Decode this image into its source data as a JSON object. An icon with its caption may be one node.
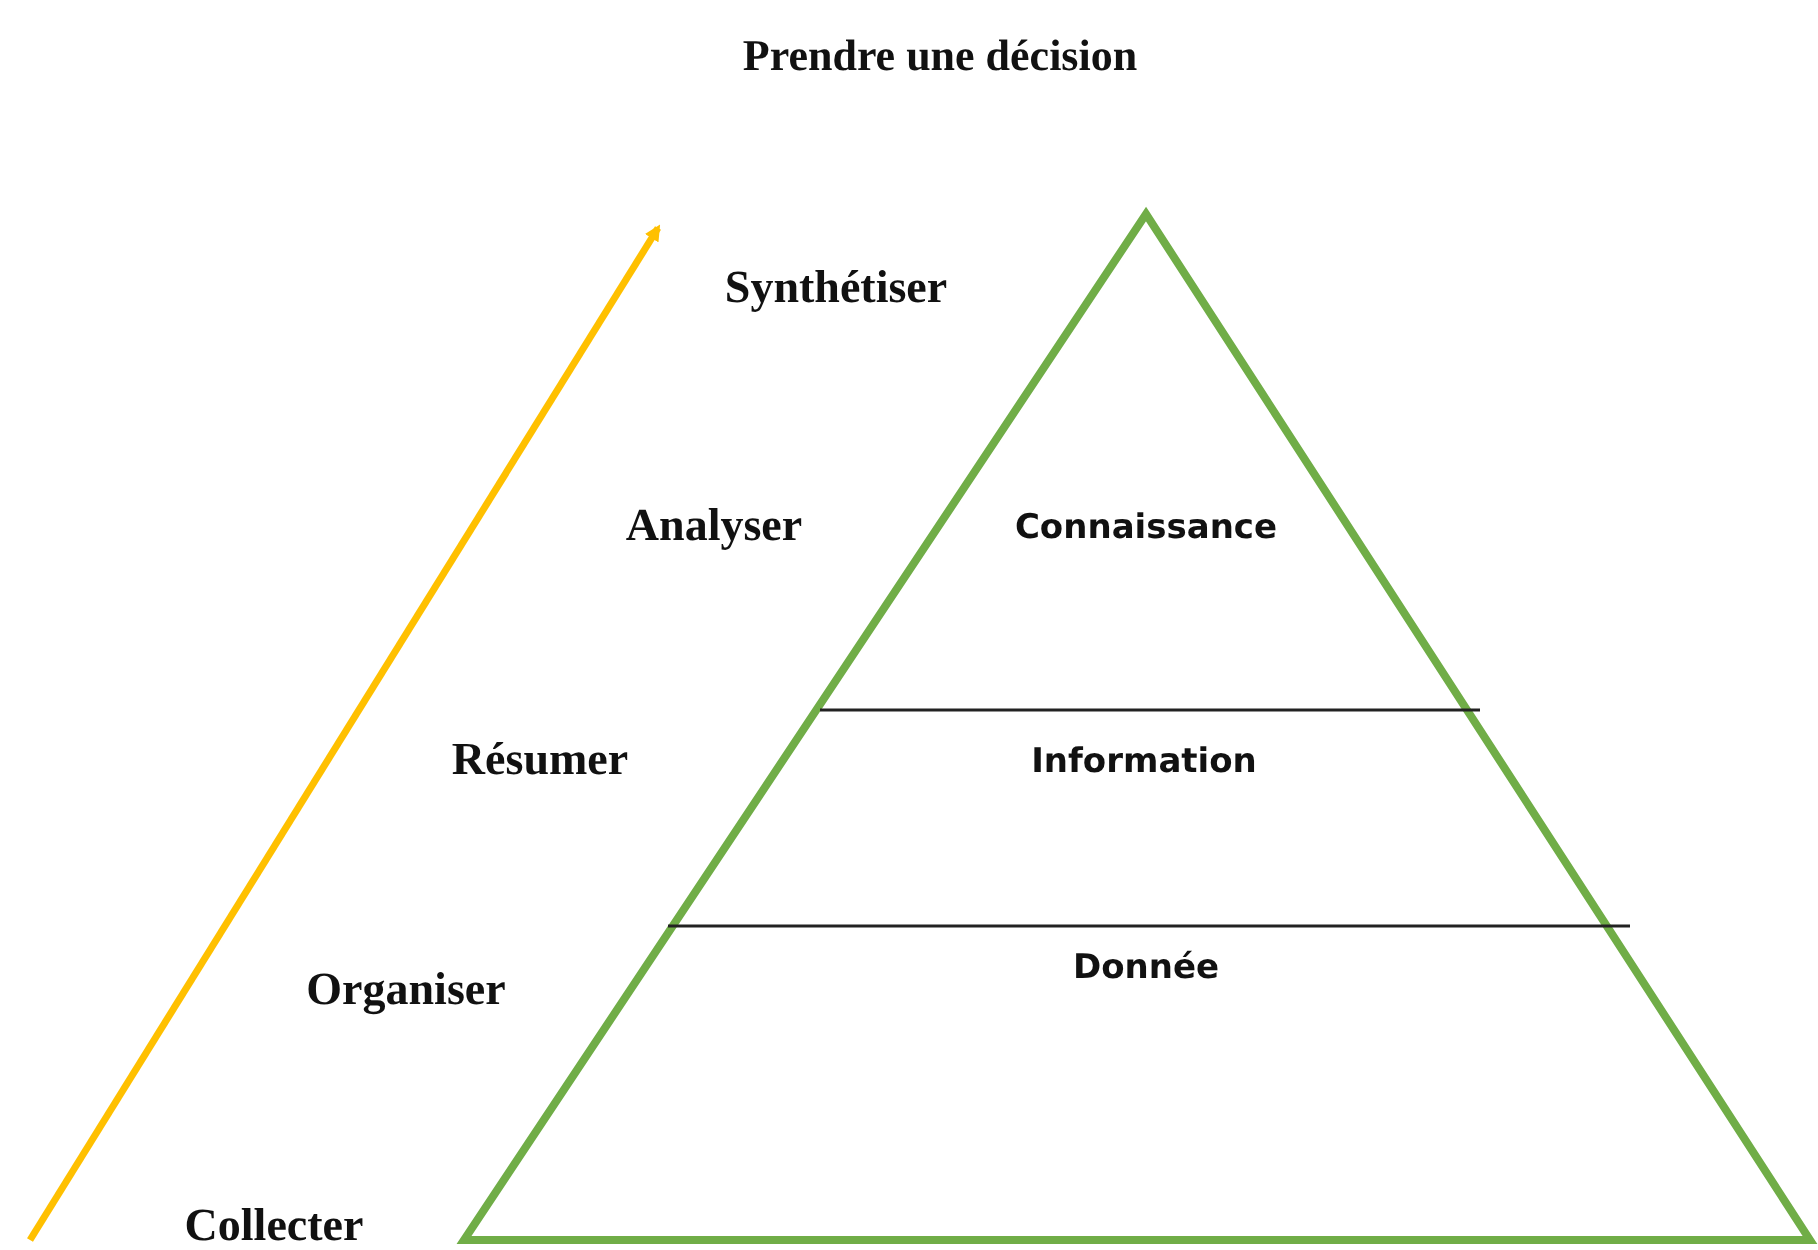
{
  "diagram": {
    "title": "Prendre une décision",
    "nodes": [
      {
        "text": [
          "Connaissance"
        ]
      },
      {
        "text": [
          "Information"
        ]
      },
      {
        "text": [
          "Donnée"
        ]
      }
    ],
    "labels": [
      "Synthétiser",
      "Analyser",
      "Résumer",
      "Organiser",
      "Collecter"
    ]
  }
}
